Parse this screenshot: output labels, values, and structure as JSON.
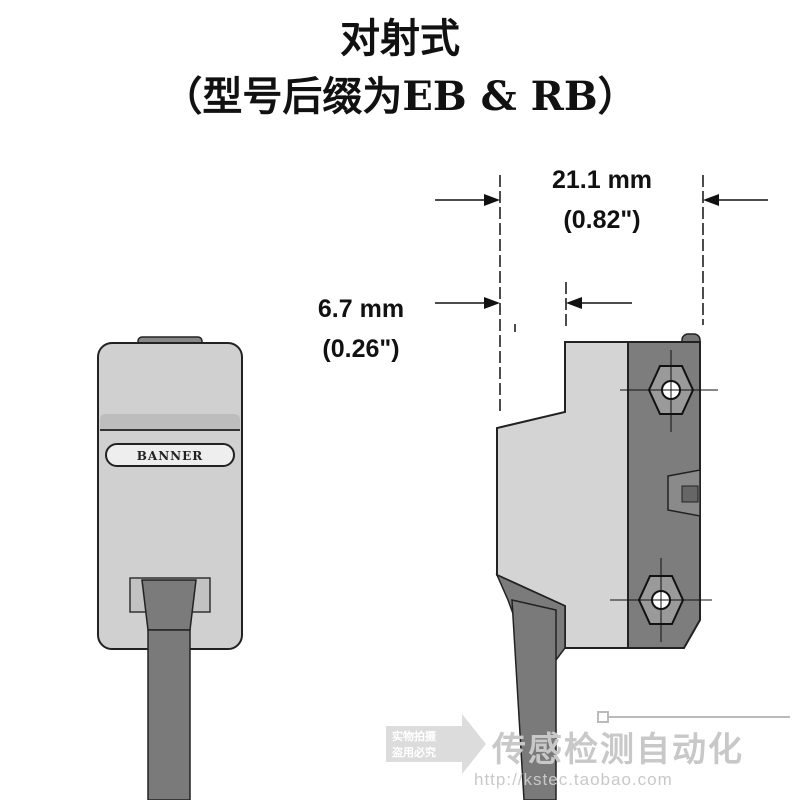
{
  "title": {
    "line1": "对射式",
    "line2": "（型号后缀为EB & RB）"
  },
  "dimensions": {
    "width_mm": "21.1 mm",
    "width_in": "(0.82\")",
    "depth_mm": "6.7 mm",
    "depth_in": "(0.26\")"
  },
  "logo_text": "BANNER",
  "watermark": {
    "badge_line1": "实物拍摄",
    "badge_line2": "盗用必究",
    "brand": "传感检测自动化",
    "url": "http://kstec.taobao.com"
  },
  "colors": {
    "housing": "#cfcfcf",
    "housing_dark": "#7a7a7a",
    "cable": "#777777",
    "line": "#111111"
  }
}
